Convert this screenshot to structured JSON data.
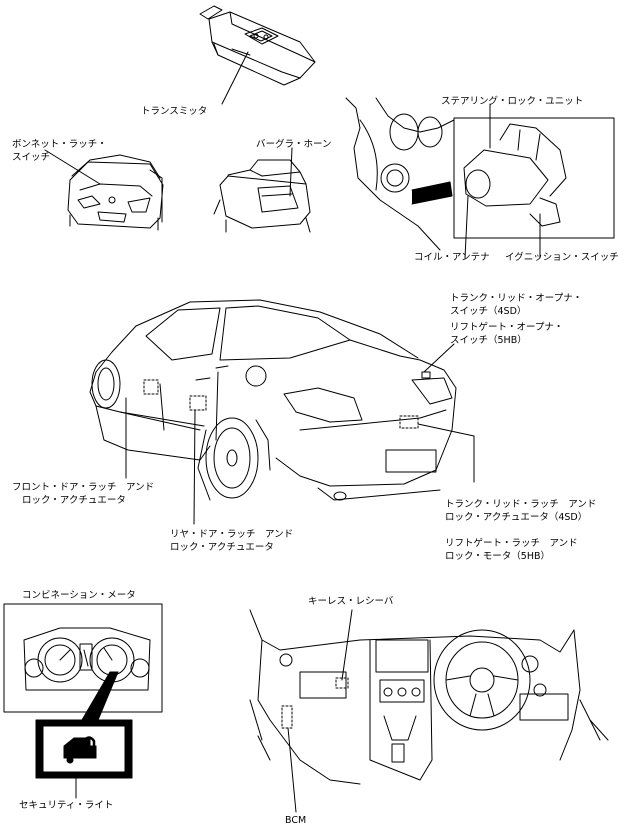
{
  "labels": {
    "transmitter": "トランスミッタ",
    "steering_lock": "ステアリング・ロック・ユニット",
    "bonnet_switch_1": "ボンネット・ラッチ・",
    "bonnet_switch_2": "スイッチ",
    "burglar_horn": "バーグラ・ホーン",
    "coil_antenna": "コイル・アンテナ",
    "ignition_switch": "イグニッション・スイッチ",
    "trunk_opener_1": "トランク・リッド・オープナ・",
    "trunk_opener_2": "スイッチ（4SD）",
    "liftgate_opener_1": "リフトゲート・オープナ・",
    "liftgate_opener_2": "スイッチ（5HB）",
    "front_door_1": "フロント・ドア・ラッチ　アンド",
    "front_door_2": "ロック・アクチュエータ",
    "trunk_actuator_1": "トランク・リッド・ラッチ　アンド",
    "trunk_actuator_2": "ロック・アクチュエータ（4SD）",
    "rear_door_1": "リヤ・ドア・ラッチ　アンド",
    "rear_door_2": "ロック・アクチュエータ",
    "liftgate_motor_1": "リフトゲート・ラッチ　アンド",
    "liftgate_motor_2": "ロック・モータ（5HB）",
    "combination_meter": "コンビネーション・メータ",
    "keyless_receiver": "キーレス・レシーバ",
    "security_light": "セキュリティ・ライト",
    "bcm": "BCM"
  }
}
